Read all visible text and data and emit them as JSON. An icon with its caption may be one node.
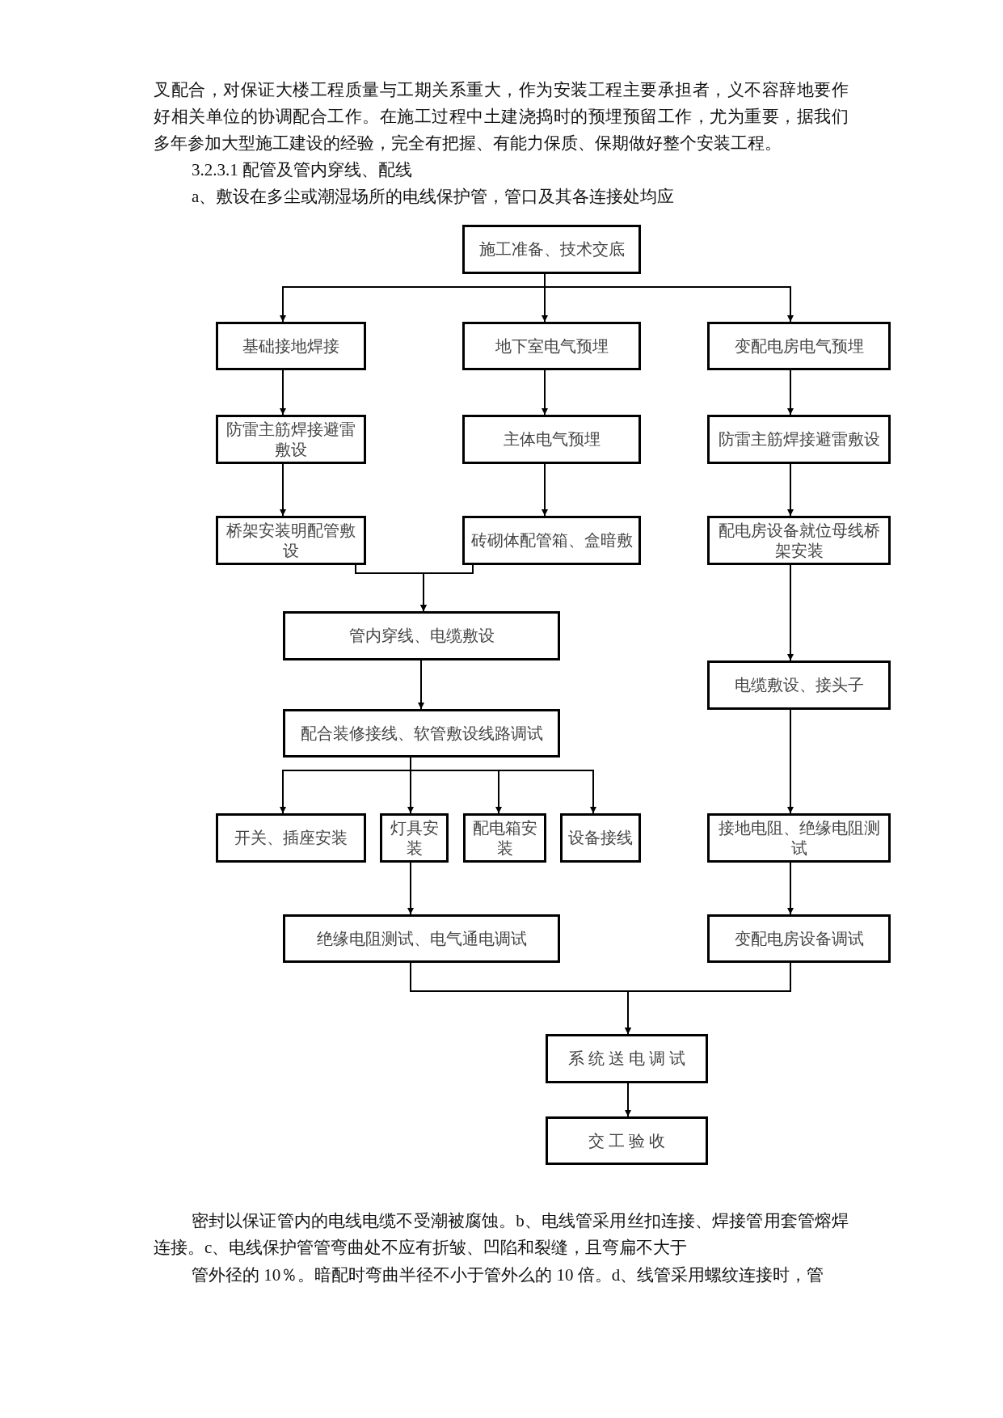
{
  "diagram": {
    "nodes": [
      {
        "text": [
          "施工准备、技术交底"
        ]
      },
      {
        "text": [
          "基础接地焊接"
        ]
      },
      {
        "text": [
          "地下室电气预埋"
        ]
      },
      {
        "text": [
          "变配电房电气预埋"
        ]
      },
      {
        "text": [
          "防雷主筋焊接避雷敷设"
        ]
      },
      {
        "text": [
          "主体电气预埋"
        ]
      },
      {
        "text": [
          "防雷主筋焊接避雷敷设"
        ]
      },
      {
        "text": [
          "桥架安装明配管敷设"
        ]
      },
      {
        "text": [
          "砖砌体配管箱、盒暗敷"
        ]
      },
      {
        "text": [
          "配电房设备就位母线桥架安装"
        ]
      },
      {
        "text": [
          "管内穿线、电缆敷设"
        ]
      },
      {
        "text": [
          "电缆敷设、接头子"
        ]
      },
      {
        "text": [
          "配合装修接线、软管敷设线路调试"
        ]
      },
      {
        "text": [
          "开关、插座安装"
        ]
      },
      {
        "text": [
          "灯具安装"
        ]
      },
      {
        "text": [
          "配电箱安装"
        ]
      },
      {
        "text": [
          "设备接线"
        ]
      },
      {
        "text": [
          "接地电阻、绝缘电阻测试"
        ]
      },
      {
        "text": [
          "绝缘电阻测试、电气通电调试"
        ]
      },
      {
        "text": [
          "变配电房设备调试"
        ]
      },
      {
        "text": [
          "系 统 送 电 调 试"
        ]
      },
      {
        "text": [
          "交 工 验 收"
        ]
      }
    ],
    "edges": [
      {
        "from": 0,
        "to": 1,
        "arrow": "to"
      },
      {
        "from": 0,
        "to": 2,
        "arrow": "to"
      },
      {
        "from": 0,
        "to": 3,
        "arrow": "to"
      },
      {
        "from": 1,
        "to": 4,
        "arrow": "to"
      },
      {
        "from": 2,
        "to": 5,
        "arrow": "to"
      },
      {
        "from": 3,
        "to": 6,
        "arrow": "to"
      },
      {
        "from": 4,
        "to": 7,
        "arrow": "to"
      },
      {
        "from": 5,
        "to": 8,
        "arrow": "to"
      },
      {
        "from": 6,
        "to": 9,
        "arrow": "to"
      },
      {
        "from": 7,
        "to": 10,
        "arrow": "to"
      },
      {
        "from": 8,
        "to": 10,
        "arrow": "to"
      },
      {
        "from": 9,
        "to": 11,
        "arrow": "to"
      },
      {
        "from": 10,
        "to": 12,
        "arrow": "to"
      },
      {
        "from": 12,
        "to": 13,
        "arrow": "to"
      },
      {
        "from": 12,
        "to": 14,
        "arrow": "to"
      },
      {
        "from": 12,
        "to": 15,
        "arrow": "to"
      },
      {
        "from": 12,
        "to": 16,
        "arrow": "to"
      },
      {
        "from": 11,
        "to": 17,
        "arrow": "to"
      },
      {
        "from": 14,
        "to": 18,
        "arrow": "to"
      },
      {
        "from": 17,
        "to": 19,
        "arrow": "to"
      },
      {
        "from": 18,
        "to": 20,
        "arrow": "to"
      },
      {
        "from": 19,
        "to": 20,
        "arrow": "to"
      },
      {
        "from": 20,
        "to": 21,
        "arrow": "to"
      }
    ],
    "labels": [
      "叉配合，对保证大楼工程质量与工期关系重大，作为安装工程主要承担者，义不容辞地要作好相关单位的协调配合工作。在施工过程中土建浇捣时的预埋预留工作，尤为重要，据我们多年参加大型施工建设的经验，完全有把握、有能力保质、保期做好整个安装工程。",
      "3.2.3.1  配管及管内穿线、配线",
      "a、敷设在多尘或潮湿场所的电线保护管，管口及其各连接处均应",
      "密封以保证管内的电线电缆不受潮被腐蚀。b、电线管采用丝扣连接、焊接管用套管熔焊连接。c、电线保护管管弯曲处不应有折皱、凹陷和裂缝，且弯扁不大于",
      "管外径的 10％。暗配时弯曲半径不小于管外么的 10  倍。d、线管采用螺纹连接时，管"
    ]
  }
}
